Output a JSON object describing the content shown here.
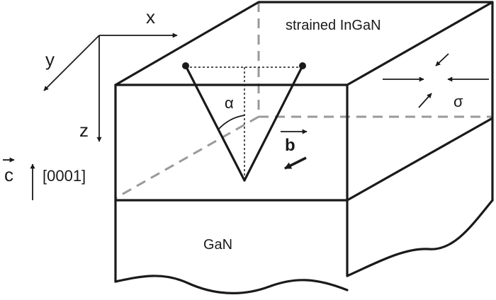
{
  "labels": {
    "axis_x": "x",
    "axis_y": "y",
    "axis_z": "z",
    "c_vector": "c",
    "direction": "[0001]",
    "top_layer": "strained InGaN",
    "bottom_layer": "GaN",
    "angle": "α",
    "burgers": "b",
    "stress": "σ"
  },
  "colors": {
    "line": "#1a1a1a",
    "hidden_edge": "#9a9a9a"
  }
}
